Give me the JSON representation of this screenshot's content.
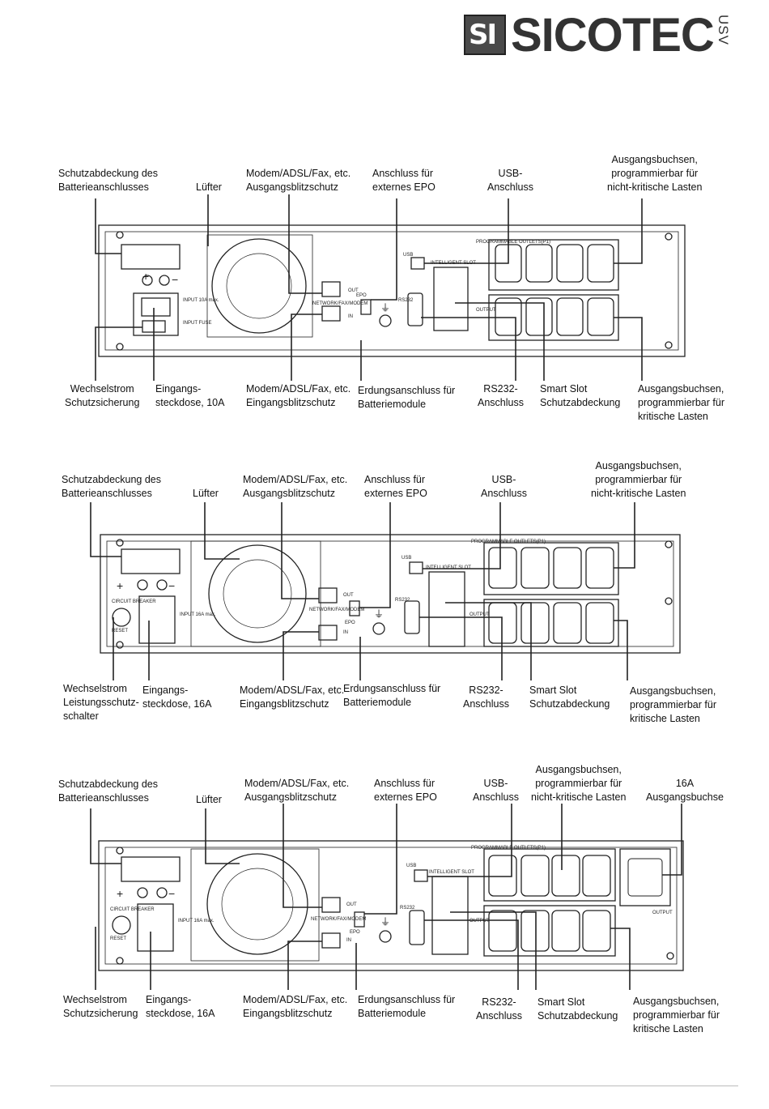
{
  "logo": {
    "mark": "SI",
    "name": "SICOTEC",
    "sub": "USV"
  },
  "diagram1": {
    "labels": {
      "battery_cover": [
        "Schutzabdeckung des",
        "Batterieanschlusses"
      ],
      "fan": [
        "Lüfter"
      ],
      "modem_out": [
        "Modem/ADSL/Fax, etc.",
        "Ausgangsblitzschutz"
      ],
      "epo": [
        "Anschluss für",
        "externes EPO"
      ],
      "usb": [
        "USB-",
        "Anschluss"
      ],
      "outlets_noncritical": [
        "Ausgangsbuchsen,",
        "programmierbar für",
        "nicht-kritische Lasten"
      ],
      "ac_fuse": [
        "Wechselstrom",
        "Schutzsicherung"
      ],
      "input_socket": [
        "Eingangs-",
        "steckdose, 10A"
      ],
      "modem_in": [
        "Modem/ADSL/Fax, etc.",
        "Eingangsblitzschutz"
      ],
      "ground": [
        "Erdungsanschluss für",
        "Batteriemodule"
      ],
      "rs232": [
        "RS232-",
        "Anschluss"
      ],
      "smart_slot": [
        "Smart Slot",
        "Schutzabdeckung"
      ],
      "outlets_critical": [
        "Ausgangsbuchsen,",
        "programmierbar für",
        "kritische Lasten"
      ]
    }
  },
  "diagram2": {
    "labels": {
      "battery_cover": [
        "Schutzabdeckung des",
        "Batterieanschlusses"
      ],
      "fan": [
        "Lüfter"
      ],
      "modem_out": [
        "Modem/ADSL/Fax, etc.",
        "Ausgangsblitzschutz"
      ],
      "epo": [
        "Anschluss für",
        "externes EPO"
      ],
      "usb": [
        "USB-",
        "Anschluss"
      ],
      "outlets_noncritical": [
        "Ausgangsbuchsen,",
        "programmierbar für",
        "nicht-kritische Lasten"
      ],
      "ac_breaker": [
        "Wechselstrom",
        "Leistungsschutz-",
        "schalter"
      ],
      "input_socket": [
        "Eingangs-",
        "steckdose, 16A"
      ],
      "modem_in": [
        "Modem/ADSL/Fax, etc.",
        "Eingangsblitzschutz"
      ],
      "ground": [
        "Erdungsanschluss für",
        "Batteriemodule"
      ],
      "rs232": [
        "RS232-",
        "Anschluss"
      ],
      "smart_slot": [
        "Smart Slot",
        "Schutzabdeckung"
      ],
      "outlets_critical": [
        "Ausgangsbuchsen,",
        "programmierbar für",
        "kritische Lasten"
      ]
    }
  },
  "diagram3": {
    "labels": {
      "battery_cover": [
        "Schutzabdeckung des",
        "Batterieanschlusses"
      ],
      "fan": [
        "Lüfter"
      ],
      "modem_out": [
        "Modem/ADSL/Fax, etc.",
        "Ausgangsblitzschutz"
      ],
      "epo": [
        "Anschluss für",
        "externes EPO"
      ],
      "usb": [
        "USB-",
        "Anschluss"
      ],
      "outlets_noncritical": [
        "Ausgangsbuchsen,",
        "programmierbar für",
        "nicht-kritische Lasten"
      ],
      "output_16a": [
        "16A",
        "Ausgangsbuchse"
      ],
      "ac_fuse": [
        "Wechselstrom",
        "Schutzsicherung"
      ],
      "input_socket": [
        "Eingangs-",
        "steckdose, 16A"
      ],
      "modem_in": [
        "Modem/ADSL/Fax, etc.",
        "Eingangsblitzschutz"
      ],
      "ground": [
        "Erdungsanschluss für",
        "Batteriemodule"
      ],
      "rs232": [
        "RS232-",
        "Anschluss"
      ],
      "smart_slot": [
        "Smart Slot",
        "Schutzabdeckung"
      ],
      "outlets_critical": [
        "Ausgangsbuchsen,",
        "programmierbar für",
        "kritische Lasten"
      ]
    }
  },
  "panel_text": {
    "programmable_outlets": "PROGRAMMABLE OUTLETS(P1)",
    "output": "OUTPUT",
    "usb": "USB",
    "rs232": "RS232",
    "intelligent_slot": "INTELLIGENT SLOT",
    "epo": "EPO",
    "net_out": "OUT",
    "net_in": "IN",
    "net_protection": "NETWORK/FAX/MODEM",
    "input_10a": "INPUT 10A max.",
    "input_16a": "INPUT 16A max.",
    "input_fuse": "INPUT FUSE",
    "circuit_breaker": "CIRCUIT BREAKER",
    "reset": "RESET",
    "plus": "+",
    "minus": "−",
    "ground_symbol": "⏚"
  }
}
